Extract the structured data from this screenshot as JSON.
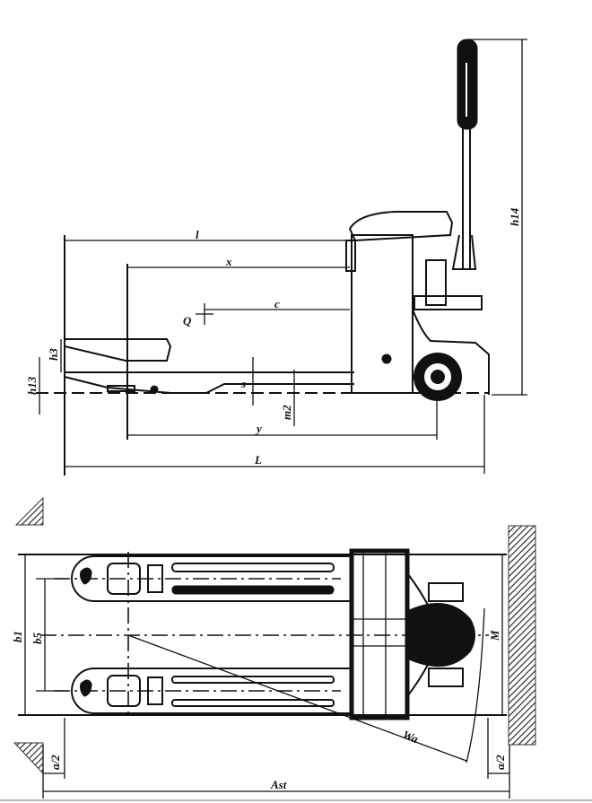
{
  "side_view": {
    "labels": {
      "l": "l",
      "x": "x",
      "c": "c",
      "Q": "Q",
      "h3": "h3",
      "h13": "h13",
      "s": "s",
      "m2": "m2",
      "y": "y",
      "L": "L",
      "h14": "h14"
    }
  },
  "top_view": {
    "labels": {
      "b1": "b1",
      "b5": "b5",
      "M": "M",
      "Wa": "Wa",
      "a2_left": "a/2",
      "a2_right": "a/2",
      "Ast": "Ast"
    }
  },
  "colors": {
    "line": "#111111",
    "background": "#ffffff"
  }
}
